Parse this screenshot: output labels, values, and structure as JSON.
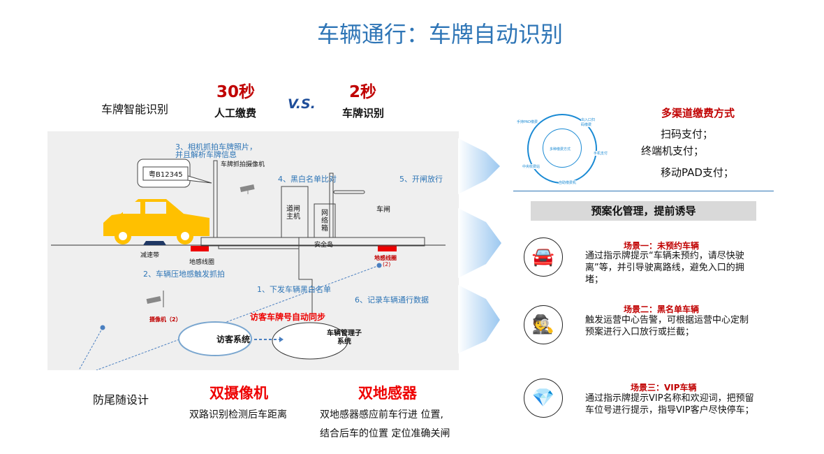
{
  "title": "车辆通行：车牌自动识别",
  "compare": {
    "left_label": "车牌智能识别",
    "manual_time": "30秒",
    "manual_label": "人工缴费",
    "vs": "V.S.",
    "auto_time": "2秒",
    "auto_label": "车牌识别"
  },
  "diagram": {
    "step3": "3、相机抓拍车牌照片，",
    "step3b": "并且解析车牌信息",
    "plate": "粤B12345",
    "camera_label": "车牌抓拍摄像机",
    "step4": "4、黑白名单比对",
    "step5": "5、开闸放行",
    "gate_host": "道闸主机",
    "network_box": "网络箱",
    "barrier": "车闸",
    "speed_bump": "减速带",
    "loop": "地感线圈",
    "safety_island": "安全岛",
    "loop2": "地感线圈",
    "loop2_num": "(2)",
    "step2": "2、车辆压地感触发抓拍",
    "step1": "1、下发车辆黑白名单",
    "step6": "6、记录车辆通行数据",
    "camera2": "摄像机（2）",
    "sync": "访客车牌号自动同步",
    "visitor_system": "访客系统",
    "vehicle_system": "车辆管理子系统"
  },
  "bottom": {
    "anti_tailgate": "防尾随设计",
    "dual_camera": "双摄像机",
    "dual_camera_desc": "双路识别检测后车距离",
    "dual_sensor": "双地感器",
    "dual_sensor_desc1": "双地感器感应前车行进 位置,",
    "dual_sensor_desc2": "结合后车的位置 定位准确关闸"
  },
  "payment": {
    "title": "多渠道缴费方式",
    "items": [
      "扫码支付；",
      "终端机支付；",
      "移动PAD支付；"
    ],
    "center": "多种缴费方式",
    "nodes": [
      "手持PAD缴费",
      "出入口扫码缴费",
      "手机支付",
      "自助缴费机",
      "中央收费站"
    ]
  },
  "management": {
    "banner": "预案化管理，提前诱导",
    "scenarios": [
      {
        "title": "场景一：未预约车辆",
        "desc": "通过指示牌提示“车辆未预约，请尽快驶离”等，并引导驶离路线，避免入口的拥堵；"
      },
      {
        "title": "场景二：黑名单车辆",
        "desc": "触发运营中心告警，可根据运营中心定制预案进行入口放行或拦截；"
      },
      {
        "title": "场景三：VIP车辆",
        "desc": "通过指示牌提示VIP名称和欢迎词，把预留车位号进行提示，指导VIP客户尽快停车；"
      }
    ]
  }
}
